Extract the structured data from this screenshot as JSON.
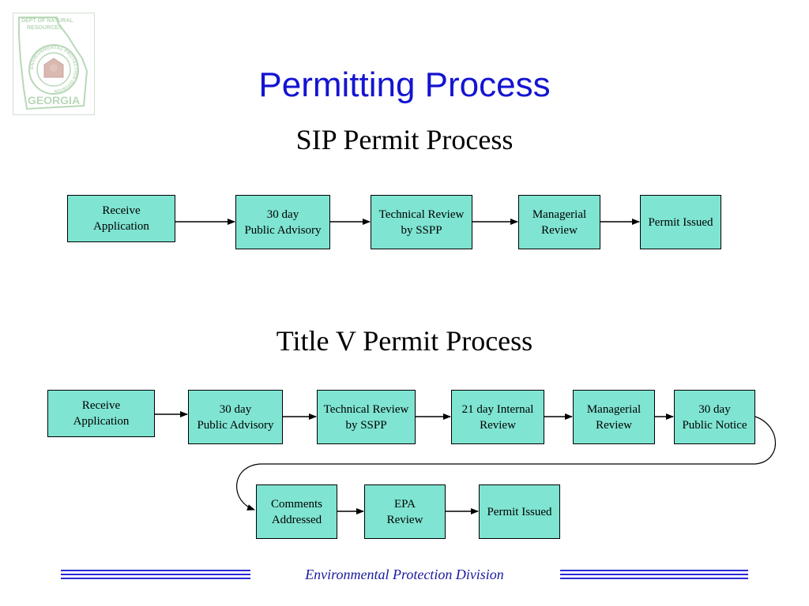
{
  "slide": {
    "title": "Permitting Process",
    "footer": "Environmental Protection Division"
  },
  "logo": {
    "top_text_line1": "DEPT OF NATURAL",
    "top_text_line2": "RESOURCES",
    "ring_text": "ENVIRONMENTAL PROTECTION DIVISION",
    "bottom_text": "GEORGIA"
  },
  "sip": {
    "heading": "SIP Permit Process",
    "steps": [
      {
        "label": "Receive\nApplication"
      },
      {
        "label": "30 day\nPublic Advisory"
      },
      {
        "label": "Technical Review\nby SSPP"
      },
      {
        "label": "Managerial\nReview"
      },
      {
        "label": "Permit Issued"
      }
    ]
  },
  "titlev": {
    "heading": "Title V Permit Process",
    "steps": [
      {
        "label": "Receive\nApplication"
      },
      {
        "label": "30 day\nPublic Advisory"
      },
      {
        "label": "Technical Review\nby SSPP"
      },
      {
        "label": "21 day Internal\nReview"
      },
      {
        "label": "Managerial\nReview"
      },
      {
        "label": "30 day\nPublic Notice"
      },
      {
        "label": "Comments\nAddressed"
      },
      {
        "label": "EPA\nReview"
      },
      {
        "label": "Permit Issued"
      }
    ]
  },
  "colors": {
    "title": "#1414d2",
    "box_fill": "#7fe4d2",
    "footer_text": "#1a1aa0",
    "footer_lines": "#2a2ad6",
    "logo": "#b8d8b8"
  }
}
